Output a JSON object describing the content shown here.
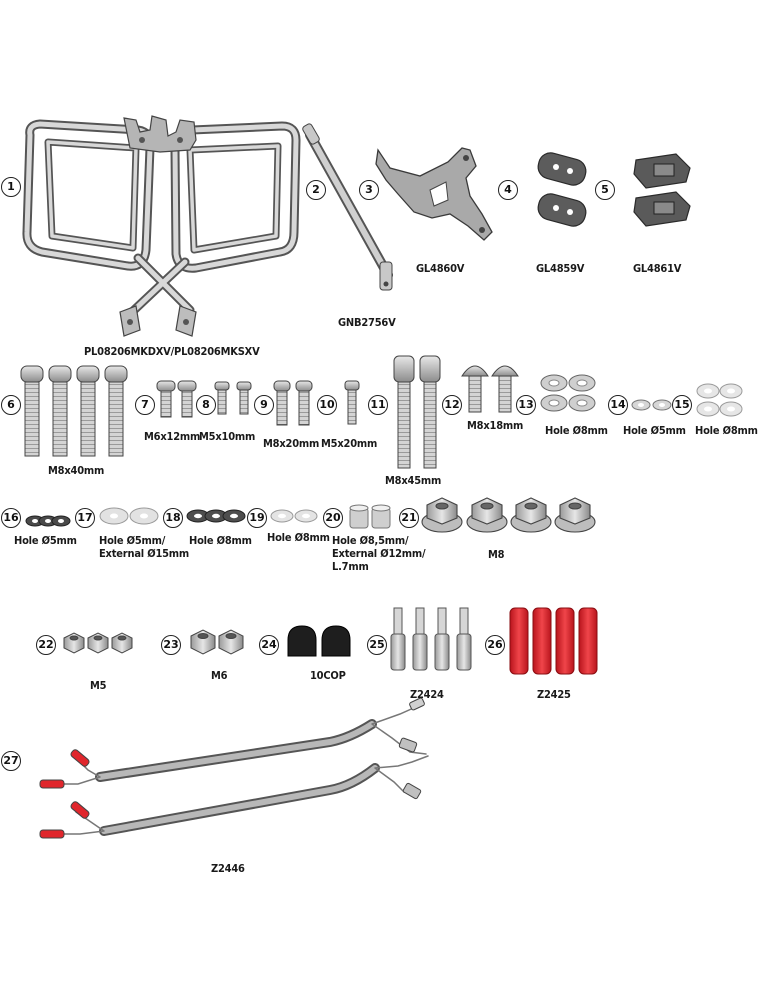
{
  "callouts": [
    {
      "id": "1",
      "label": "PL08206MKDXV/PL08206MKSXV"
    },
    {
      "id": "2",
      "label": "GNB2756V"
    },
    {
      "id": "3",
      "label": "GL4860V"
    },
    {
      "id": "4",
      "label": "GL4859V"
    },
    {
      "id": "5",
      "label": "GL4861V"
    },
    {
      "id": "6",
      "label": "M8x40mm"
    },
    {
      "id": "7",
      "label": "M6x12mm"
    },
    {
      "id": "8",
      "label": "M5x10mm"
    },
    {
      "id": "9",
      "label": "M8x20mm"
    },
    {
      "id": "10",
      "label": "M5x20mm"
    },
    {
      "id": "11",
      "label": "M8x45mm"
    },
    {
      "id": "12",
      "label": "M8x18mm"
    },
    {
      "id": "13",
      "label": "Hole Ø8mm"
    },
    {
      "id": "14",
      "label": "Hole Ø5mm"
    },
    {
      "id": "15",
      "label": "Hole Ø8mm"
    },
    {
      "id": "16",
      "label": "Hole Ø5mm"
    },
    {
      "id": "17",
      "label": "Hole Ø5mm/\nExternal Ø15mm"
    },
    {
      "id": "18",
      "label": "Hole Ø8mm"
    },
    {
      "id": "19",
      "label": "Hole Ø8mm"
    },
    {
      "id": "20",
      "label": "Hole Ø8,5mm/\nExternal Ø12mm/\nL.7mm"
    },
    {
      "id": "21",
      "label": "M8"
    },
    {
      "id": "22",
      "label": "M5"
    },
    {
      "id": "23",
      "label": "M6"
    },
    {
      "id": "24",
      "label": "10COP"
    },
    {
      "id": "25",
      "label": "Z2424"
    },
    {
      "id": "26",
      "label": "Z2425"
    },
    {
      "id": "27",
      "label": "Z2446"
    }
  ]
}
